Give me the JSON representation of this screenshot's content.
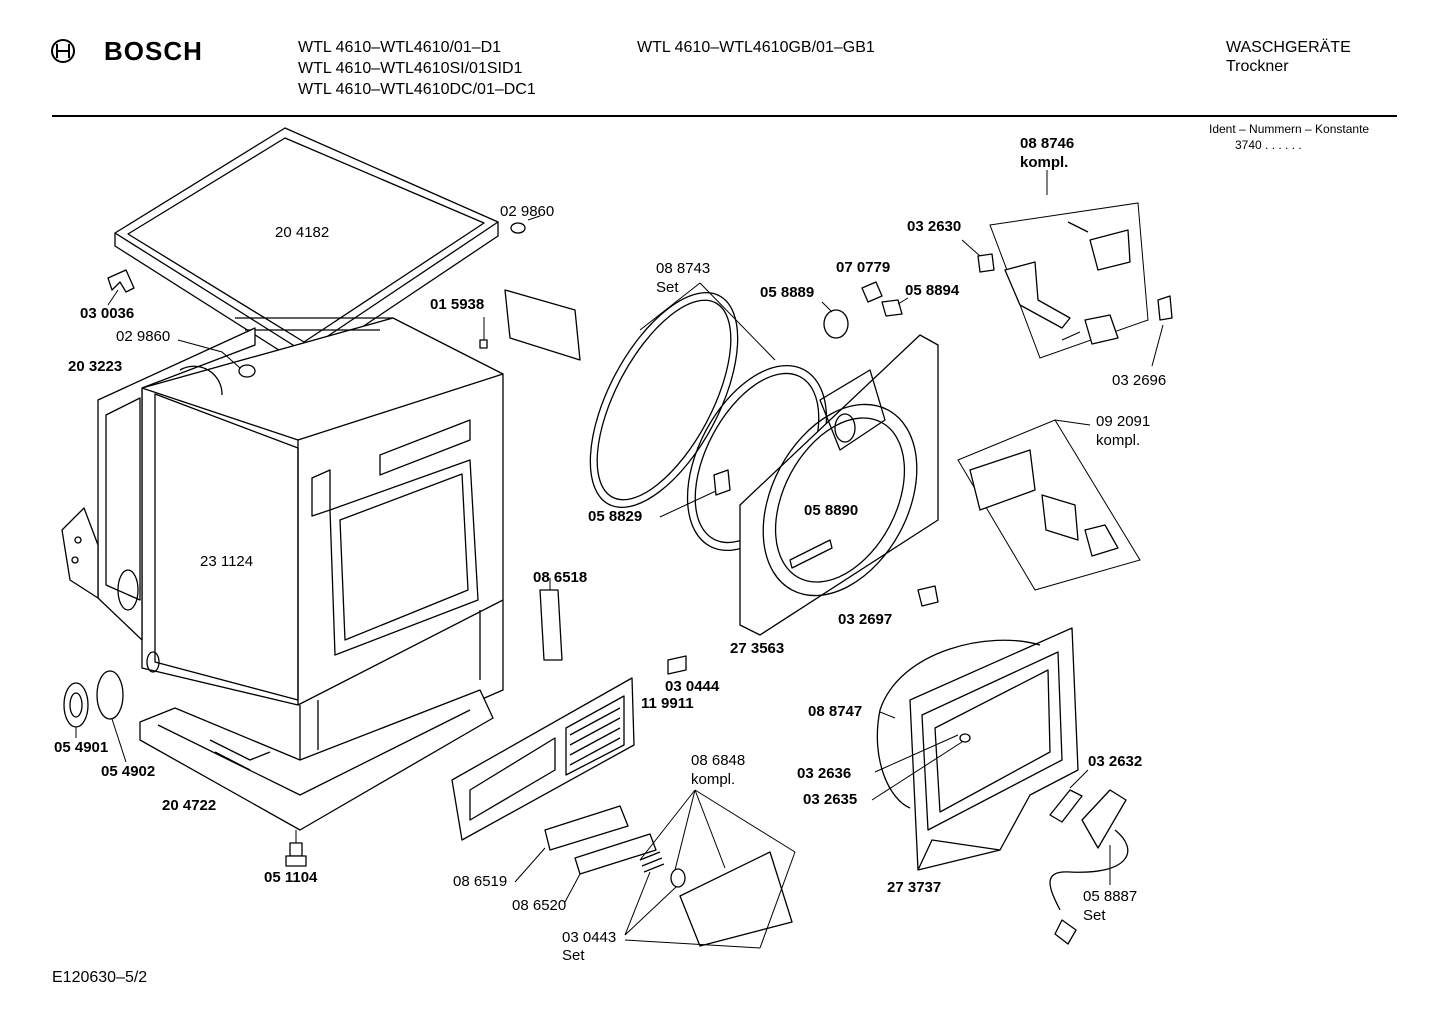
{
  "header": {
    "brand": "BOSCH",
    "models_left": [
      "WTL 4610–WTL4610/01–D1",
      "WTL 4610–WTL4610SI/01SID1",
      "WTL 4610–WTL4610DC/01–DC1"
    ],
    "model_center": "WTL 4610–WTL4610GB/01–GB1",
    "category": "WASCHGERÄTE",
    "subcategory": "Trockner",
    "ident_label": "Ident – Nummern – Konstante",
    "ident_value": "3740 . . . . . ."
  },
  "footer": {
    "doc_id": "E120630–5/2"
  },
  "parts": [
    {
      "id": "p204182",
      "text": "20 4182",
      "bold": false
    },
    {
      "id": "p029860a",
      "text": "02 9860",
      "bold": false
    },
    {
      "id": "p030036",
      "text": "03 0036",
      "bold": true
    },
    {
      "id": "p029860b",
      "text": "02 9860",
      "bold": false
    },
    {
      "id": "p015938",
      "text": "01 5938",
      "bold": true
    },
    {
      "id": "p203223",
      "text": "20 3223",
      "bold": true
    },
    {
      "id": "p231124",
      "text": "23 1124",
      "bold": false
    },
    {
      "id": "p054901",
      "text": "05 4901",
      "bold": true
    },
    {
      "id": "p054902",
      "text": "05 4902",
      "bold": true
    },
    {
      "id": "p204722",
      "text": "20 4722",
      "bold": true
    },
    {
      "id": "p051104",
      "text": "05 1104",
      "bold": true
    },
    {
      "id": "p086518",
      "text": "08 6518",
      "bold": true
    },
    {
      "id": "p030444",
      "text": "03 0444",
      "bold": true
    },
    {
      "id": "p119911",
      "text": "11 9911",
      "bold": true
    },
    {
      "id": "p086848",
      "text": "08 6848",
      "bold": false
    },
    {
      "id": "p086848k",
      "text": "kompl.",
      "bold": false
    },
    {
      "id": "p086519",
      "text": "08 6519",
      "bold": false
    },
    {
      "id": "p086520",
      "text": "08 6520",
      "bold": false
    },
    {
      "id": "p030443",
      "text": "03 0443",
      "bold": false
    },
    {
      "id": "p030443s",
      "text": "Set",
      "bold": false
    },
    {
      "id": "p088743",
      "text": "08 8743",
      "bold": false
    },
    {
      "id": "p088743s",
      "text": "Set",
      "bold": false
    },
    {
      "id": "p058889",
      "text": "05 8889",
      "bold": true
    },
    {
      "id": "p070779",
      "text": "07 0779",
      "bold": true
    },
    {
      "id": "p058894",
      "text": "05 8894",
      "bold": true
    },
    {
      "id": "p032630",
      "text": "03 2630",
      "bold": true
    },
    {
      "id": "p088746",
      "text": "08 8746",
      "bold": true
    },
    {
      "id": "p088746k",
      "text": "kompl.",
      "bold": true
    },
    {
      "id": "p032696",
      "text": "03 2696",
      "bold": false
    },
    {
      "id": "p092091",
      "text": "09 2091",
      "bold": false
    },
    {
      "id": "p092091k",
      "text": "kompl.",
      "bold": false
    },
    {
      "id": "p058829",
      "text": "05 8829",
      "bold": true
    },
    {
      "id": "p058890",
      "text": "05 8890",
      "bold": true
    },
    {
      "id": "p273563",
      "text": "27 3563",
      "bold": true
    },
    {
      "id": "p032697",
      "text": "03 2697",
      "bold": true
    },
    {
      "id": "p088747",
      "text": "08 8747",
      "bold": true
    },
    {
      "id": "p032636",
      "text": "03 2636",
      "bold": true
    },
    {
      "id": "p032635",
      "text": "03 2635",
      "bold": true
    },
    {
      "id": "p032632",
      "text": "03 2632",
      "bold": true
    },
    {
      "id": "p273737",
      "text": "27 3737",
      "bold": true
    },
    {
      "id": "p058887",
      "text": "05 8887",
      "bold": false
    },
    {
      "id": "p058887s",
      "text": "Set",
      "bold": false
    }
  ]
}
